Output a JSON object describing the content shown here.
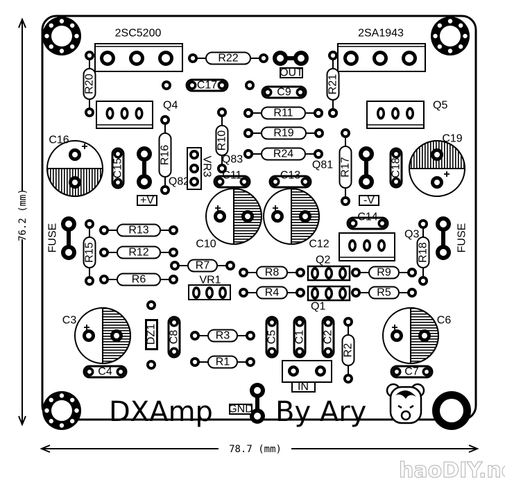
{
  "board": {
    "title": "DXAmp",
    "author": "By Ary",
    "width_dim": "78.7 (mm)",
    "height_dim": "76.2 (mm)",
    "watermark": "haoDIY.net"
  },
  "power_transistors": [
    "2SC5200",
    "2SA1943"
  ],
  "resistors_h": [
    "R22",
    "R11",
    "R19",
    "R24",
    "R13",
    "R12",
    "R6",
    "R7",
    "R8",
    "R9",
    "R4",
    "R5",
    "R3",
    "R1"
  ],
  "resistors_v": [
    "R20",
    "R21",
    "R10",
    "R16",
    "R17",
    "R15",
    "R18",
    "R2"
  ],
  "film_caps_h": [
    "C17",
    "C9",
    "C11",
    "C13",
    "C14",
    "C4",
    "C7"
  ],
  "film_caps_v": [
    "C15",
    "C18",
    "C8",
    "C5",
    "C1",
    "C2"
  ],
  "electrolytic_caps": [
    "C16",
    "C19",
    "C10",
    "C12",
    "C3",
    "C6"
  ],
  "transistors": [
    "Q4",
    "Q5",
    "Q3",
    "Q2",
    "Q1"
  ],
  "transistor_labels_extra": [
    "Q81",
    "Q82",
    "Q83"
  ],
  "trimmers": [
    "VR1",
    "VR3"
  ],
  "zener": "DZ1",
  "connectors": {
    "out": "OUT",
    "pos": "+V",
    "neg": "-V",
    "gnd": "GND",
    "in": "IN",
    "fuse": "FUSE"
  },
  "colors": {
    "ink": "#000000",
    "board": "#ffffff",
    "watermark": "#bbbbbb"
  }
}
